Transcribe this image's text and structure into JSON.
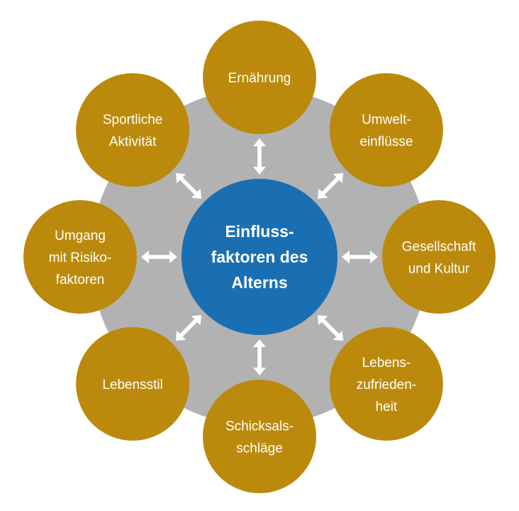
{
  "colors": {
    "background_disk": "#b2b2b2",
    "center": "#1a6fb3",
    "node": "#bb8a0c",
    "arrow": "#ffffff",
    "text": "#ffffff"
  },
  "center": {
    "lines": [
      "Einfluss-",
      "faktoren des",
      "Alterns"
    ]
  },
  "nodes": [
    {
      "id": "ernaehrung",
      "lines": [
        "Ernährung"
      ]
    },
    {
      "id": "umwelteinfluesse",
      "lines": [
        "Umwelt-",
        "einflüsse"
      ]
    },
    {
      "id": "gesellschaft-und-kultur",
      "lines": [
        "Gesellschaft",
        "und Kultur"
      ]
    },
    {
      "id": "lebenszufriedenheit",
      "lines": [
        "Lebens-",
        "zufrieden-",
        "heit"
      ]
    },
    {
      "id": "schicksalsschlaege",
      "lines": [
        "Schicksals-",
        "schläge"
      ]
    },
    {
      "id": "lebensstil",
      "lines": [
        "Lebensstil"
      ]
    },
    {
      "id": "umgang-mit-risikofaktoren",
      "lines": [
        "Umgang",
        "mit Risiko-",
        "faktoren"
      ]
    },
    {
      "id": "sportliche-aktivitaet",
      "lines": [
        "Sportliche",
        "Aktivität"
      ]
    }
  ],
  "connector": {
    "style": "double-headed-arrow"
  }
}
